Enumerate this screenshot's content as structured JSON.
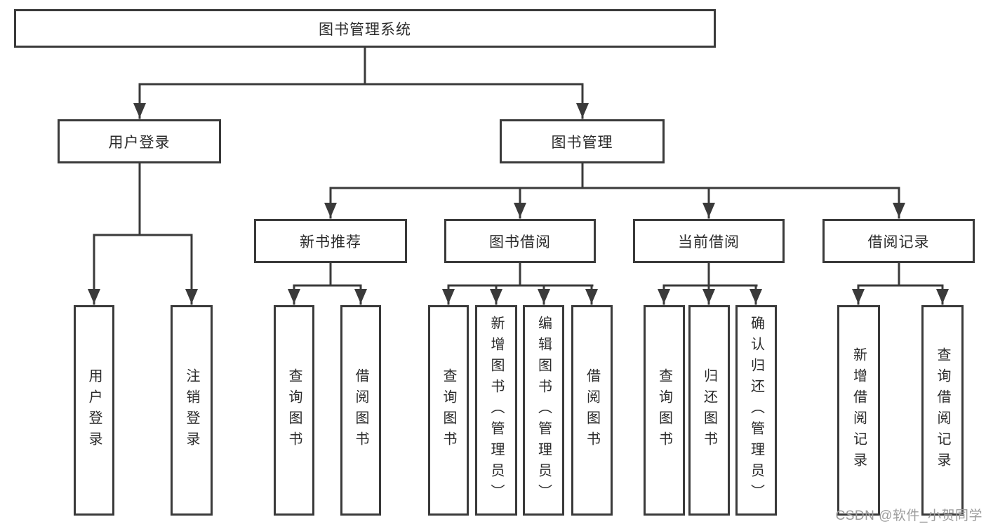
{
  "tree": {
    "label": "图书管理系统",
    "children": [
      {
        "label": "用户登录",
        "children": [
          {
            "label": "用户登录"
          },
          {
            "label": "注销登录"
          }
        ]
      },
      {
        "label": "图书管理",
        "children": [
          {
            "label": "新书推荐",
            "children": [
              {
                "label": "查询图书"
              },
              {
                "label": "借阅图书"
              }
            ]
          },
          {
            "label": "图书借阅",
            "children": [
              {
                "label": "查询图书"
              },
              {
                "label": "新增图书（管理员）"
              },
              {
                "label": "编辑图书（管理员）"
              },
              {
                "label": "借阅图书"
              }
            ]
          },
          {
            "label": "当前借阅",
            "children": [
              {
                "label": "查询图书"
              },
              {
                "label": "归还图书"
              },
              {
                "label": "确认归还（管理员）"
              }
            ]
          },
          {
            "label": "借阅记录",
            "children": [
              {
                "label": "新增借阅记录"
              },
              {
                "label": "查询借阅记录"
              }
            ]
          }
        ]
      }
    ]
  },
  "watermark": {
    "text": "CSDN @软件_小贺同学"
  },
  "colors": {
    "line": "#3a3a3a",
    "text": "#2b2b2b",
    "box_fill": "#ffffff",
    "background": "#ffffff",
    "watermark": "#9c9c9c"
  }
}
